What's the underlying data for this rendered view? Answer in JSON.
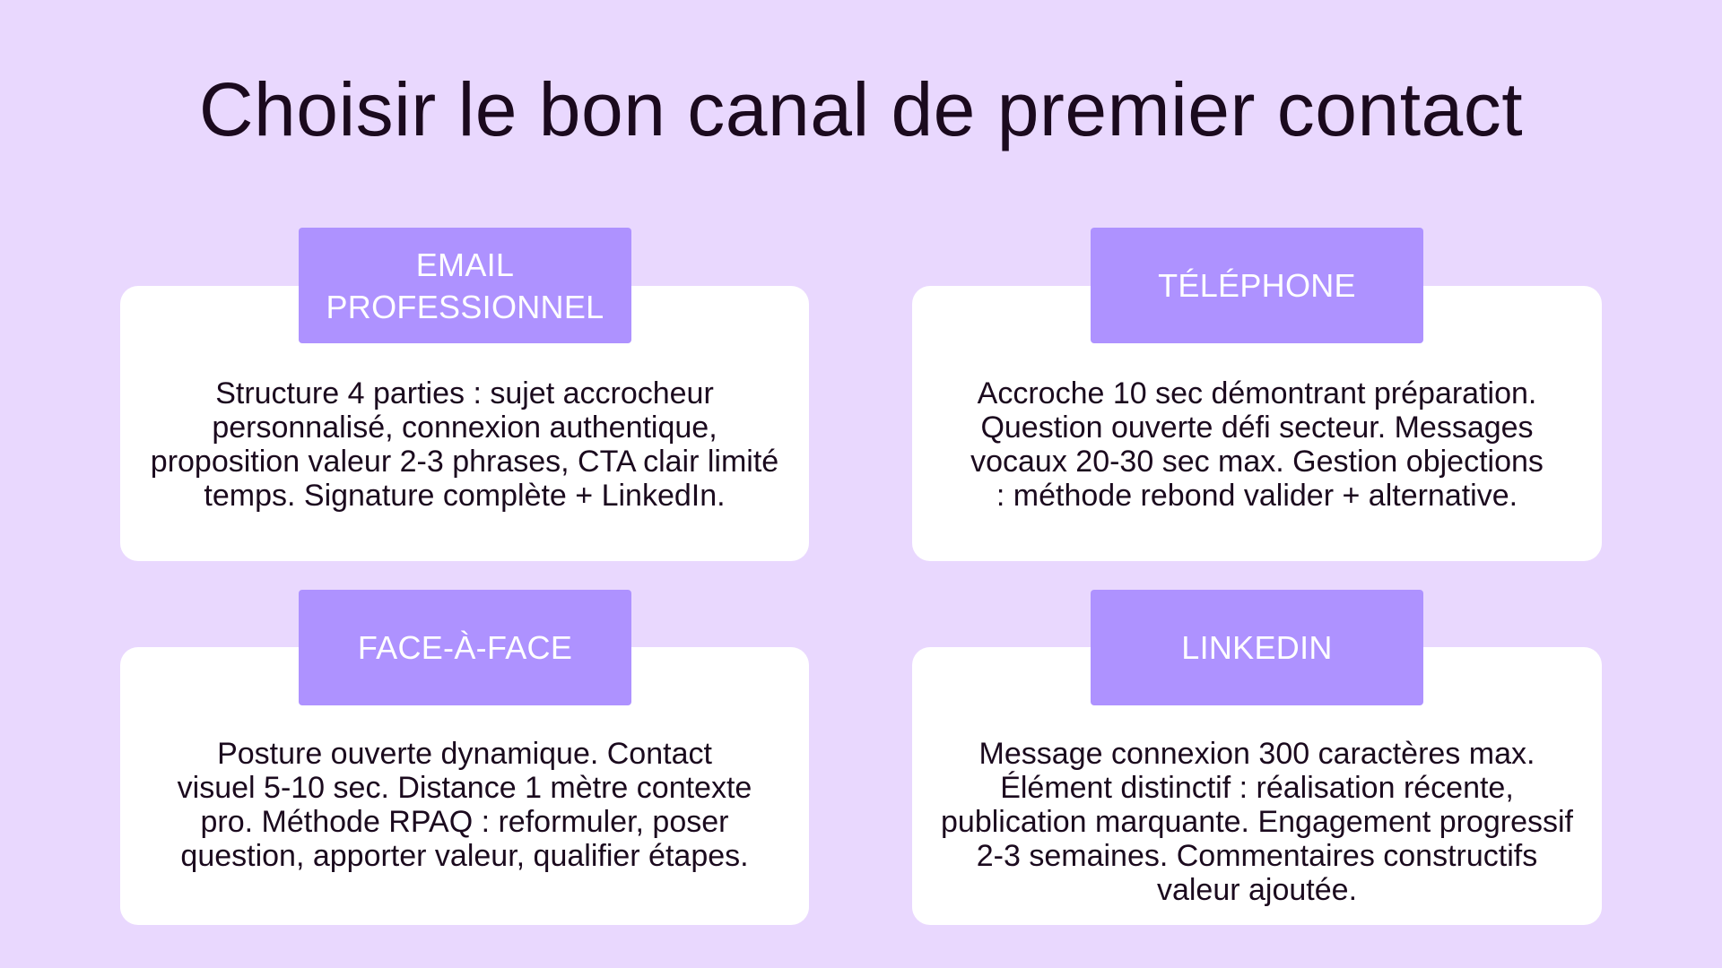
{
  "title": "Choisir le bon canal de premier contact",
  "colors": {
    "background": "#e9d8fe",
    "card": "#ffffff",
    "tab": "#ae92ff",
    "tab_text": "#ffffff",
    "text": "#1b0a1e"
  },
  "cards": [
    {
      "label": "EMAIL PROFESSIONNEL",
      "body": "Structure 4 parties : sujet accrocheur personnalisé, connexion authentique, proposition valeur 2-3 phrases, CTA clair limité temps. Signature complète + LinkedIn."
    },
    {
      "label": "TÉLÉPHONE",
      "body": "Accroche 10 sec démontrant préparation. Question ouverte défi secteur. Messages vocaux 20-30 sec max. Gestion objections : méthode rebond valider + alternative."
    },
    {
      "label": "FACE-À-FACE",
      "body": "Posture ouverte dynamique. Contact visuel 5-10 sec. Distance 1 mètre contexte pro. Méthode RPAQ : reformuler, poser question, apporter valeur, qualifier étapes."
    },
    {
      "label": "LINKEDIN",
      "body": "Message connexion 300 caractères max. Élément distinctif : réalisation récente, publication marquante. Engagement progressif 2-3 semaines. Commentaires constructifs valeur ajoutée."
    }
  ]
}
